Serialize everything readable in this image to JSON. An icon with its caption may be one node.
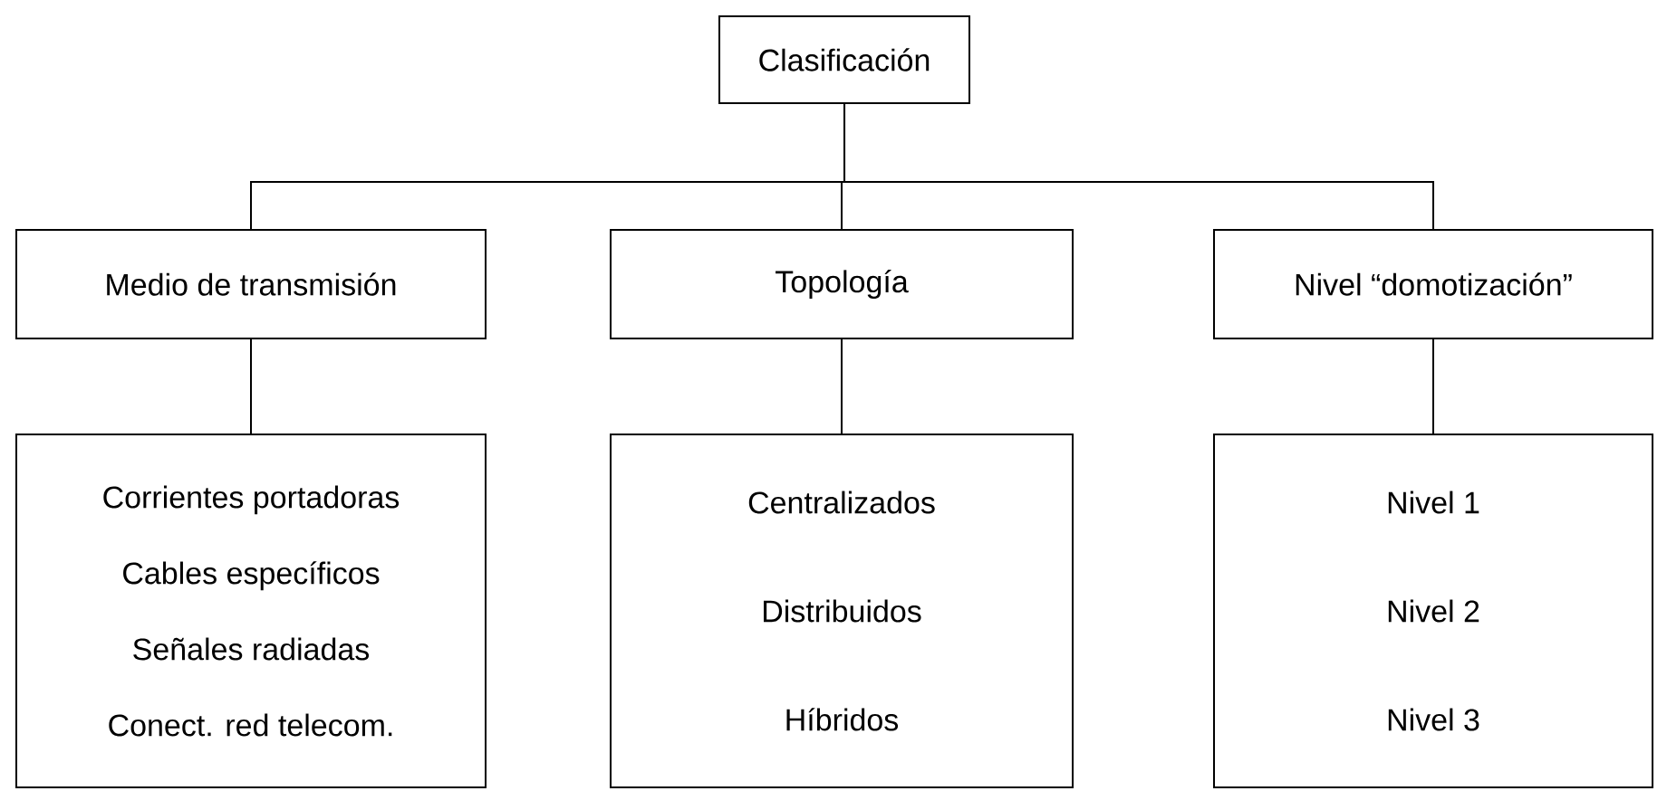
{
  "diagram": {
    "nodes": [
      {
        "text": [
          "Clasificación"
        ]
      },
      {
        "text": [
          "Medio de transmisión"
        ]
      },
      {
        "text": [
          "Topología"
        ]
      },
      {
        "text": [
          "Nivel “domotización”"
        ]
      },
      {
        "text": [
          "Corrientes portadoras",
          "Cables específicos",
          "Señales radiadas",
          "Conect. red telecom."
        ]
      },
      {
        "text": [
          "Centralizados",
          "Distribuidos",
          "Híbridos"
        ]
      },
      {
        "text": [
          "Nivel 1",
          "Nivel 2",
          "Nivel 3"
        ]
      }
    ],
    "edges": [
      {
        "from": 0,
        "to": 1,
        "arrow": "none"
      },
      {
        "from": 0,
        "to": 2,
        "arrow": "none"
      },
      {
        "from": 0,
        "to": 3,
        "arrow": "none"
      },
      {
        "from": 1,
        "to": 4,
        "arrow": "none"
      },
      {
        "from": 2,
        "to": 5,
        "arrow": "none"
      },
      {
        "from": 3,
        "to": 6,
        "arrow": "none"
      }
    ]
  }
}
